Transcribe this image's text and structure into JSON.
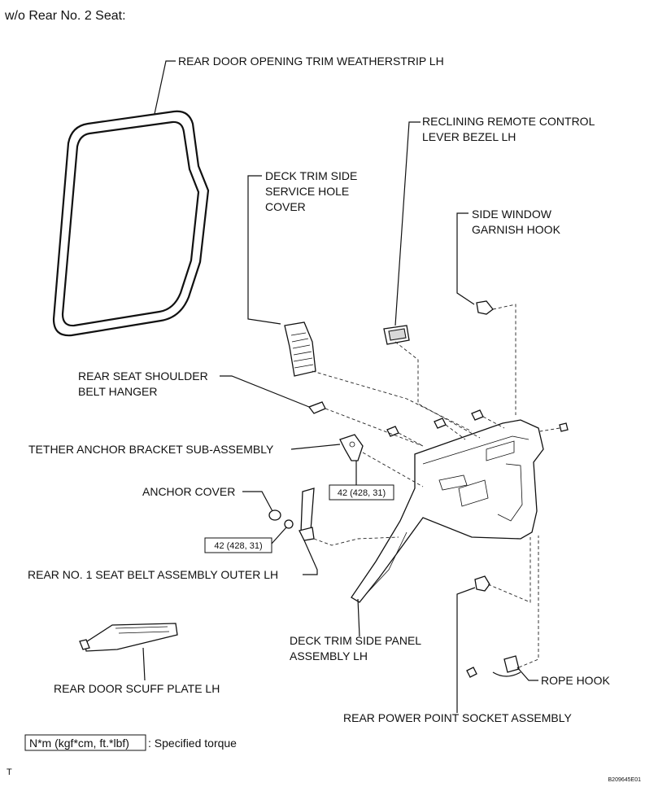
{
  "heading": "w/o Rear No. 2 Seat:",
  "labels": {
    "weatherstrip": "REAR DOOR OPENING TRIM WEATHERSTRIP LH",
    "bezel_1": "RECLINING REMOTE CONTROL",
    "bezel_2": "LEVER BEZEL LH",
    "hole_cover_1": "DECK TRIM SIDE",
    "hole_cover_2": "SERVICE HOLE",
    "hole_cover_3": "COVER",
    "garnish_hook_1": "SIDE WINDOW",
    "garnish_hook_2": "GARNISH HOOK",
    "belt_hanger_1": "REAR SEAT SHOULDER",
    "belt_hanger_2": "BELT HANGER",
    "tether_bracket": "TETHER ANCHOR BRACKET SUB-ASSEMBLY",
    "anchor_cover": "ANCHOR COVER",
    "seat_belt": "REAR NO. 1 SEAT BELT ASSEMBLY OUTER LH",
    "side_panel_1": "DECK TRIM SIDE PANEL",
    "side_panel_2": "ASSEMBLY LH",
    "rope_hook": "ROPE HOOK",
    "scuff_plate": "REAR DOOR SCUFF PLATE LH",
    "power_socket": "REAR POWER POINT SOCKET ASSEMBLY"
  },
  "torque": {
    "value_1": "42 (428, 31)",
    "value_2": "42 (428, 31)",
    "legend_units": "N*m (kgf*cm, ft.*lbf)",
    "legend_text": ": Specified torque"
  },
  "footer": {
    "left_mark": "T",
    "figure_id": "B209645E01"
  }
}
